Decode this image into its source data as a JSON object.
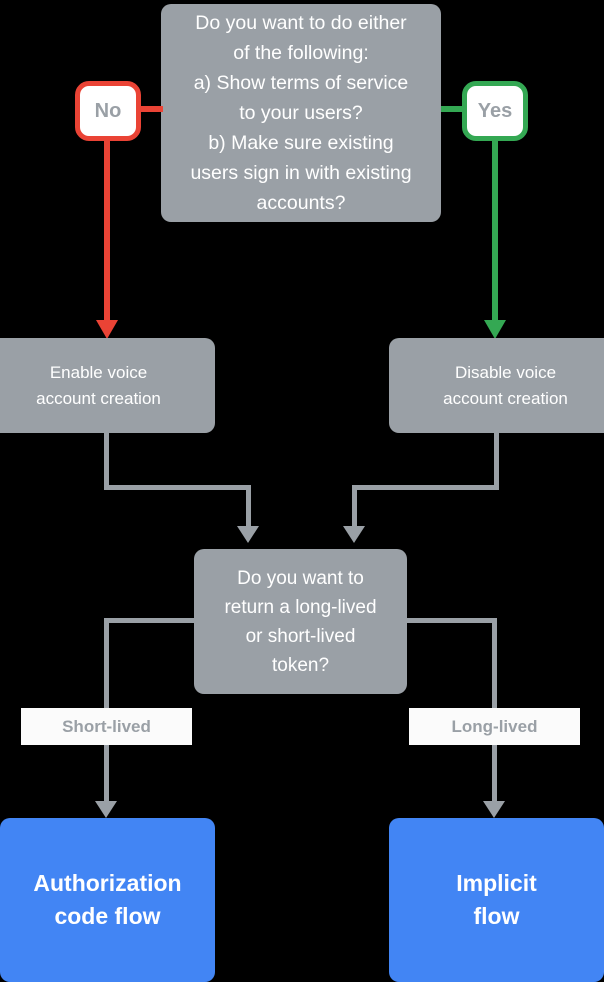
{
  "diagram": {
    "title": "Account linking flow decision chart",
    "background": "#000000",
    "colors": {
      "box_gray": "#9aa0a6",
      "terminal_blue": "#4285f4",
      "no_red": "#ea4335",
      "yes_green": "#34a853",
      "chip_bg": "#fbfbfb",
      "text_white": "#ffffff"
    },
    "nodes": {
      "decision_top": {
        "text": "Do you want to do either of the following:\na) Show terms of service to your users?\nb) Make sure existing users sign in with existing accounts?",
        "line1": "Do you want to do either",
        "line2": "of the following:",
        "line3": "a) Show terms of service",
        "line4": "to your users?",
        "line5": "b) Make sure existing",
        "line6": "users sign in with existing",
        "line7": "accounts?"
      },
      "badge_no": {
        "label": "No"
      },
      "badge_yes": {
        "label": "Yes"
      },
      "process_left": {
        "line1": "Enable voice",
        "line2": "account creation"
      },
      "process_right": {
        "line1": "Disable voice",
        "line2": "account creation"
      },
      "decision_bottom": {
        "line1": "Do you want to",
        "line2": "return a long-lived",
        "line3": "or short-lived",
        "line4": "token?"
      },
      "chip_short": {
        "label": "Short-lived"
      },
      "chip_long": {
        "label": "Long-lived"
      },
      "terminal_left": {
        "line1": "Authorization",
        "line2": "code flow"
      },
      "terminal_right": {
        "line1": "Implicit",
        "line2": "flow"
      }
    }
  }
}
